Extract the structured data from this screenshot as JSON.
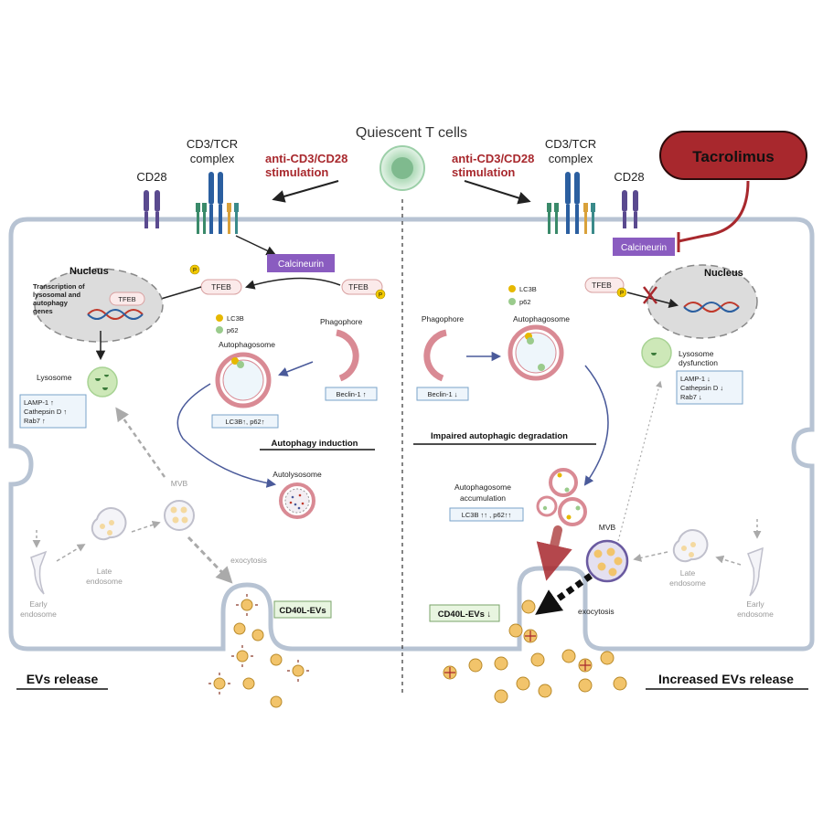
{
  "title": "Quiescent T cells",
  "left": {
    "stimulation": [
      "anti-CD3/CD28",
      "stimulation"
    ],
    "tcr": [
      "CD3/TCR",
      "complex"
    ],
    "cd28": "CD28",
    "calcineurin": "Calcineurin",
    "nucleus": "Nucleus",
    "transcription": [
      "Transcription of",
      "lysosomal  and",
      "autophagy",
      "genes"
    ],
    "tfeb": "TFEB",
    "legend_lc3b": "LC3B",
    "legend_p62": "p62",
    "phagophore": "Phagophore",
    "beclin": "Beclin-1 ↑",
    "autophagosome": "Autophagosome",
    "lc3b_p62": "LC3B↑, p62↑",
    "section": "Autophagy  induction",
    "lysosome": "Lysosome",
    "lysosome_markers": [
      "LAMP-1 ↑",
      "Cathepsin D ↑",
      "Rab7 ↑"
    ],
    "autolysosome": "Autolysosome",
    "mvb": "MVB",
    "late_endosome": [
      "Late",
      "endosome"
    ],
    "early_endosome": [
      "Early",
      "endosome"
    ],
    "exocytosis": "exocytosis",
    "cd40l": "CD40L-EVs",
    "release": "EVs  release"
  },
  "right": {
    "drug": "Tacrolimus",
    "stimulation": [
      "anti-CD3/CD28",
      "stimulation"
    ],
    "tcr": [
      "CD3/TCR",
      "complex"
    ],
    "cd28": "CD28",
    "calcineurin": "Calcineurin",
    "nucleus": "Nucleus",
    "tfeb": "TFEB",
    "legend_lc3b": "LC3B",
    "legend_p62": "p62",
    "phagophore": "Phagophore",
    "beclin": "Beclin-1 ↓",
    "autophagosome": "Autophagosome",
    "lysosome": [
      "Lysosome",
      "dysfunction"
    ],
    "lysosome_markers": [
      "LAMP-1 ↓",
      "Cathepsin D ↓",
      "Rab7 ↓"
    ],
    "section": "Impaired autophagic degradation",
    "accumulation": [
      "Autophagosome",
      "accumulation"
    ],
    "lc3b_p62": "LC3B ↑↑ , p62↑↑",
    "mvb": "MVB",
    "late_endosome": [
      "Late",
      "endosome"
    ],
    "early_endosome": [
      "Early",
      "endosome"
    ],
    "exocytosis": "exocytosis",
    "cd40l": "CD40L-EVs ↓",
    "release": "Increased EVs  release"
  },
  "colors": {
    "membrane": "#b7c3d3",
    "calcineurin": "#8a5cc0",
    "drug_fill": "#a8282d",
    "lysosome": "#cde8b8",
    "ev": "#f2c46b",
    "arrow_blue": "#4a5a9a"
  },
  "icons": [
    "t-cell-icon",
    "tcr-receptor-icon",
    "cd28-receptor-icon",
    "dna-icon",
    "phosphate-icon",
    "ev-particle-icon"
  ]
}
